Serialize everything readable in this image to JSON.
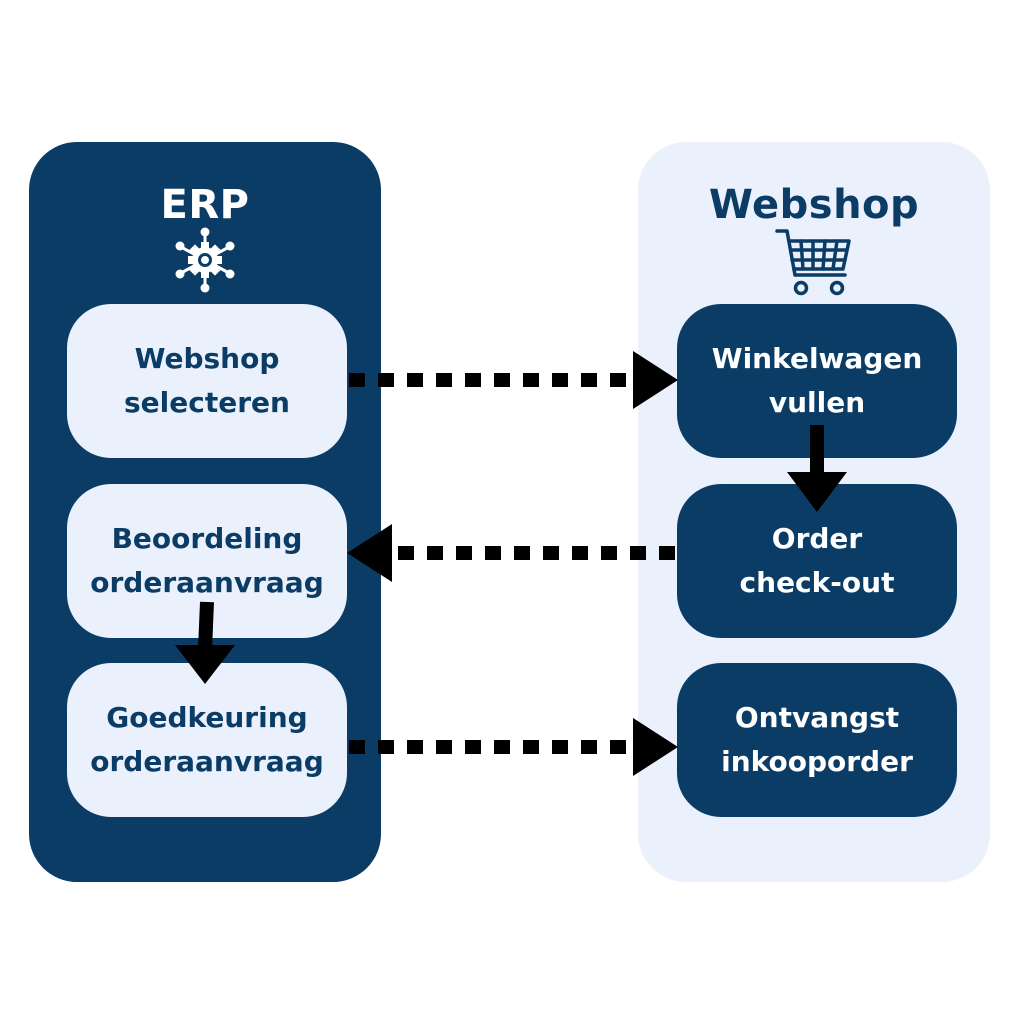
{
  "lanes": {
    "erp": {
      "title": "ERP",
      "icon": "gear-network-icon",
      "color": "#0b3c65"
    },
    "webshop": {
      "title": "Webshop",
      "icon": "shopping-cart-icon",
      "color": "#eaf1fd"
    }
  },
  "steps": {
    "webshop_selecteren": {
      "line1": "Webshop",
      "line2": "selecteren"
    },
    "beoordeling": {
      "line1": "Beoordeling",
      "line2": "orderaanvraag"
    },
    "goedkeuring": {
      "line1": "Goedkeuring",
      "line2": "orderaanvraag"
    },
    "winkelwagen": {
      "line1": "Winkelwagen",
      "line2": "vullen"
    },
    "order_checkout": {
      "line1": "Order",
      "line2": "check-out"
    },
    "ontvangst": {
      "line1": "Ontvangst",
      "line2": "inkooporder"
    }
  },
  "connections": [
    {
      "from": "webshop_selecteren",
      "to": "winkelwagen",
      "style": "dotted"
    },
    {
      "from": "winkelwagen",
      "to": "order_checkout",
      "style": "solid"
    },
    {
      "from": "order_checkout",
      "to": "beoordeling",
      "style": "dotted"
    },
    {
      "from": "beoordeling",
      "to": "goedkeuring",
      "style": "solid"
    },
    {
      "from": "goedkeuring",
      "to": "ontvangst",
      "style": "dotted"
    }
  ],
  "colors": {
    "navy": "#0b3c65",
    "light": "#eaf1fd",
    "arrow": "#000000"
  }
}
